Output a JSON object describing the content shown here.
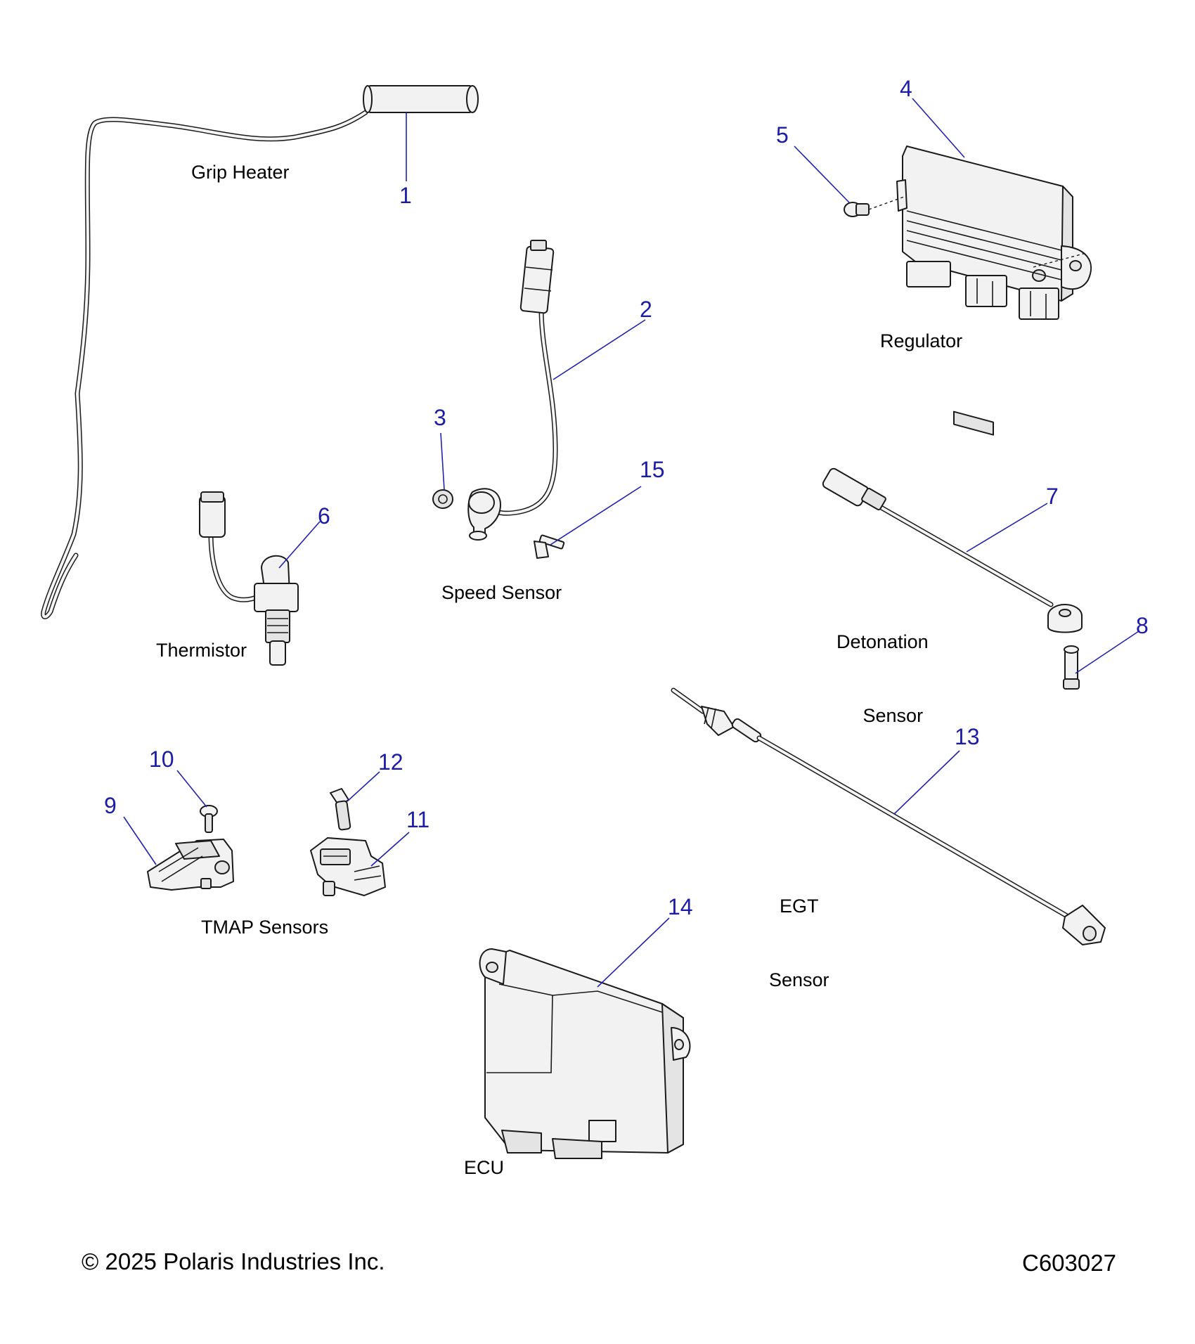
{
  "labels": {
    "grip_heater": "Grip Heater",
    "regulator": "Regulator",
    "speed_sensor": "Speed Sensor",
    "thermistor": "Thermistor",
    "detonation_sensor_line1": "Detonation",
    "detonation_sensor_line2": "Sensor",
    "tmap_sensors": "TMAP Sensors",
    "egt_sensor_line1": "EGT",
    "egt_sensor_line2": "Sensor",
    "ecu": "ECU"
  },
  "callouts": {
    "c1": "1",
    "c2": "2",
    "c3": "3",
    "c4": "4",
    "c5": "5",
    "c6": "6",
    "c7": "7",
    "c8": "8",
    "c9": "9",
    "c10": "10",
    "c11": "11",
    "c12": "12",
    "c13": "13",
    "c14": "14",
    "c15": "15"
  },
  "footer": {
    "copyright": "© 2025 Polaris Industries Inc.",
    "drawing_number": "C603027"
  },
  "colors": {
    "callout": "#1c1ca8",
    "line": "#1a1a1a",
    "part_fill": "#f2f2f2"
  }
}
